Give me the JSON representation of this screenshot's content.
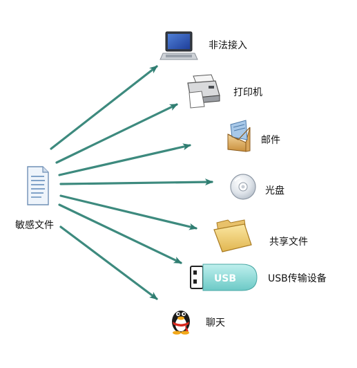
{
  "source": {
    "label": "敏感文件",
    "icon": "document-icon"
  },
  "targets": [
    {
      "id": "unauthorized-access",
      "label": "非法接入",
      "icon": "laptop-icon"
    },
    {
      "id": "printer",
      "label": "打印机",
      "icon": "printer-icon"
    },
    {
      "id": "email",
      "label": "邮件",
      "icon": "envelope-icon"
    },
    {
      "id": "disc",
      "label": "光盘",
      "icon": "cd-icon"
    },
    {
      "id": "shared-files",
      "label": "共享文件",
      "icon": "folder-icon"
    },
    {
      "id": "usb-device",
      "label": "USB传输设备",
      "icon": "usb-drive-icon",
      "badge": "USB"
    },
    {
      "id": "chat",
      "label": "聊天",
      "icon": "qq-penguin-icon"
    }
  ],
  "colors": {
    "arrow": "#3d8a7e",
    "arrow_dark": "#2b6a60"
  }
}
